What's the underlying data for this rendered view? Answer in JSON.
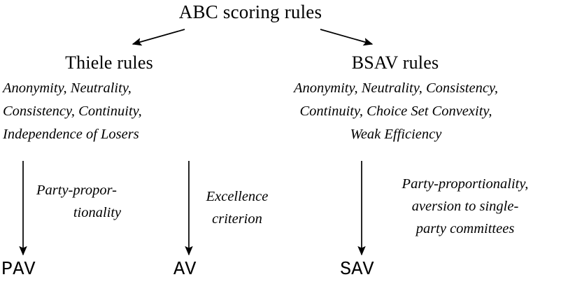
{
  "diagram": {
    "title": "ABC scoring rules",
    "stroke_color": "#000000",
    "background_color": "#ffffff",
    "text_color": "#000000",
    "branches": [
      {
        "id": "thiele",
        "heading": "Thiele rules",
        "axioms": [
          "Anonymity, Neutrality,",
          "Consistency, Continuity,",
          "Independence of Losers"
        ]
      },
      {
        "id": "bsav",
        "heading": "BSAV rules",
        "axioms": [
          "Anonymity, Neutrality, Consistency,",
          "Continuity, Choice Set Convexity,",
          "Weak Efficiency"
        ]
      }
    ],
    "edges": [
      {
        "id": "pav",
        "label_lines": [
          "Party-propor-",
          "tionality"
        ],
        "target": "PAV"
      },
      {
        "id": "av",
        "label_lines": [
          "Excellence",
          "criterion"
        ],
        "target": "AV"
      },
      {
        "id": "sav",
        "label_lines": [
          "Party-proportionality,",
          "aversion to single-",
          "party committees"
        ],
        "target": "SAV"
      }
    ],
    "leaves": [
      {
        "id": "pav",
        "name": "PAV"
      },
      {
        "id": "av",
        "name": "AV"
      },
      {
        "id": "sav",
        "name": "SAV"
      }
    ]
  }
}
